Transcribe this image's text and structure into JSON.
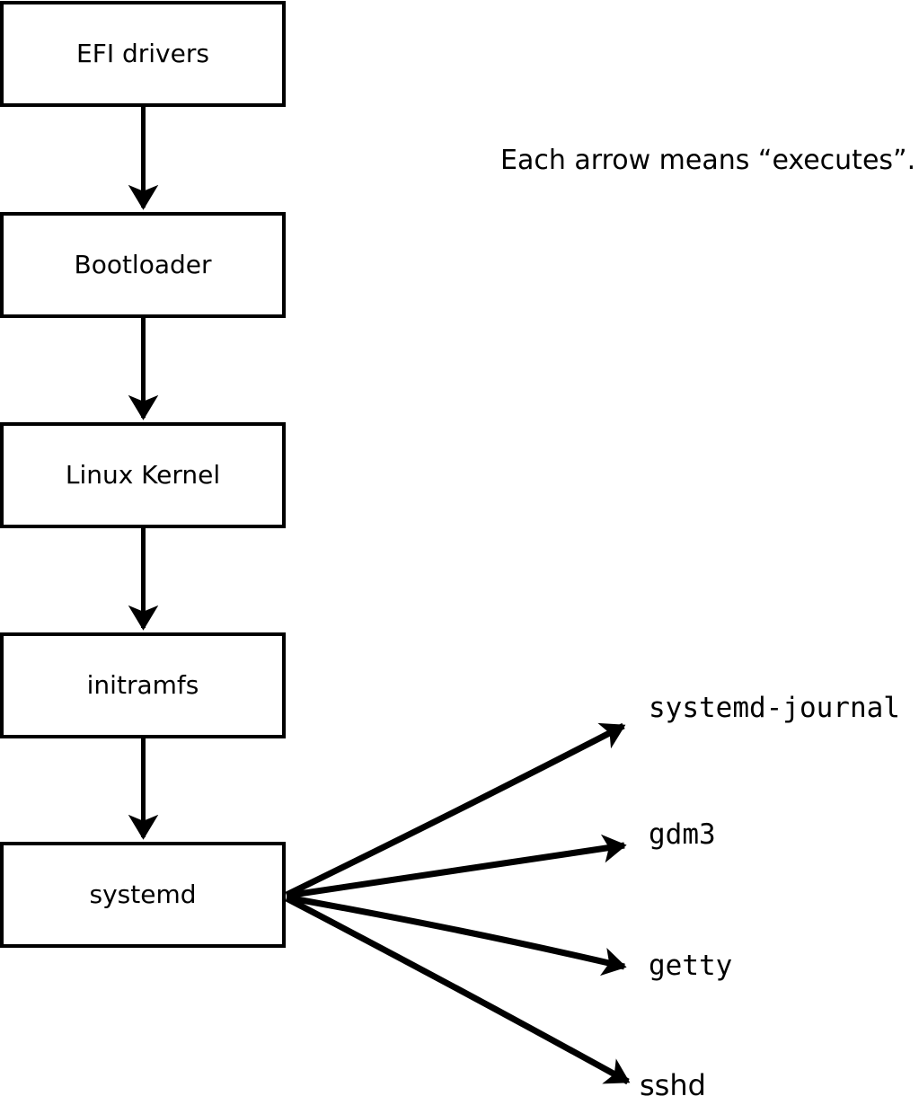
{
  "colors": {
    "ink": "#000000",
    "paper": "#ffffff"
  },
  "note": {
    "text": "Each arrow means “executes”."
  },
  "flow": {
    "boxes": [
      {
        "label": "EFI drivers"
      },
      {
        "label": "Bootloader"
      },
      {
        "label": "Linux Kernel"
      },
      {
        "label": "initramfs"
      },
      {
        "label": "systemd"
      }
    ]
  },
  "spawned": [
    {
      "label": "systemd-journal"
    },
    {
      "label": "gdm3"
    },
    {
      "label": "getty"
    },
    {
      "label": "sshd"
    }
  ],
  "icons": {
    "arrow_style": "notched-triangle-arrowhead"
  }
}
